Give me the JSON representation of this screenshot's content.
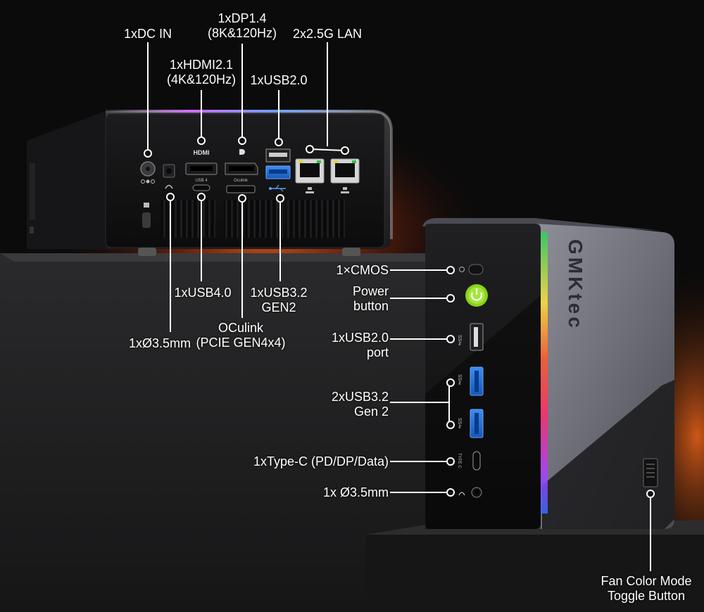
{
  "rear_panel": {
    "labels": {
      "dc_in": "1xDC IN",
      "dp_title": "1xDP1.4",
      "dp_sub": "(8K&120Hz)",
      "hdmi_title": "1xHDMI2.1",
      "hdmi_sub": "(4K&120Hz)",
      "usb20": "1xUSB2.0",
      "lan": "2x2.5G LAN",
      "usb40": "1xUSB4.0",
      "usb32_title": "1xUSB3.2",
      "usb32_sub": "GEN2",
      "audio": "1xØ3.5mm",
      "oculink_title": "OCulink",
      "oculink_sub": "(PCIE GEN4x4)"
    },
    "printed": {
      "hdmi_logo": "HDMI",
      "usb4": "USB 4",
      "oculink": "Oculink"
    }
  },
  "front_panel": {
    "labels": {
      "cmos": "1×CMOS",
      "power_title": "Power",
      "power_sub": "button",
      "usb20_title": "1xUSB2.0",
      "usb20_sub": "port",
      "usb32_title": "2xUSB3.2",
      "usb32_sub": "Gen 2",
      "typec": "1xType-C (PD/DP/Data)",
      "audio": "1x Ø3.5mm",
      "fan_title": "Fan Color Mode",
      "fan_sub": "Toggle Button"
    },
    "brand": "GMKtec",
    "printed": {
      "typec": "TYPE C"
    }
  },
  "colors": {
    "background": "#0b0b0c",
    "glow_orange": "#ff6a1a",
    "usb3_blue": "#1e6fd8",
    "power_green": "#8bd21a",
    "lan_yellow": "#e0d43a"
  },
  "icons": [
    "dc-power-icon",
    "hdmi-logo-icon",
    "displayport-icon",
    "usb-trident-icon",
    "ethernet-icon",
    "headphone-icon",
    "lock-icon",
    "power-icon",
    "usb-ss-icon"
  ]
}
